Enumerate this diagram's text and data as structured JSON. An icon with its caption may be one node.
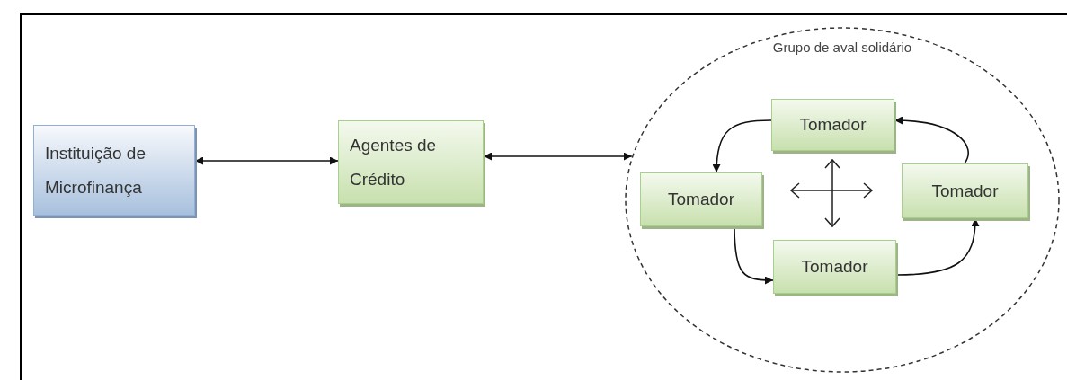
{
  "diagram": {
    "nodes": [
      {
        "text": [
          "Instituição de Microfinança"
        ]
      },
      {
        "text": [
          "Agentes de Crédito"
        ]
      },
      {
        "text": [
          "Grupo de aval solidário"
        ]
      },
      {
        "text": [
          "Tomador"
        ],
        "in": 2
      },
      {
        "text": [
          "Tomador"
        ],
        "in": 2
      },
      {
        "text": [
          "Tomador"
        ],
        "in": 2
      },
      {
        "text": [
          "Tomador"
        ],
        "in": 2
      }
    ],
    "edges": [
      {
        "from": 0,
        "to": 1,
        "arrow": "both"
      },
      {
        "from": 1,
        "to": 2,
        "arrow": "both"
      },
      {
        "from": 3,
        "to": 4,
        "arrow": "to"
      },
      {
        "from": 4,
        "to": 6,
        "arrow": "to"
      },
      {
        "from": 6,
        "to": 5,
        "arrow": "to"
      },
      {
        "from": 5,
        "to": 3,
        "arrow": "to"
      }
    ]
  }
}
